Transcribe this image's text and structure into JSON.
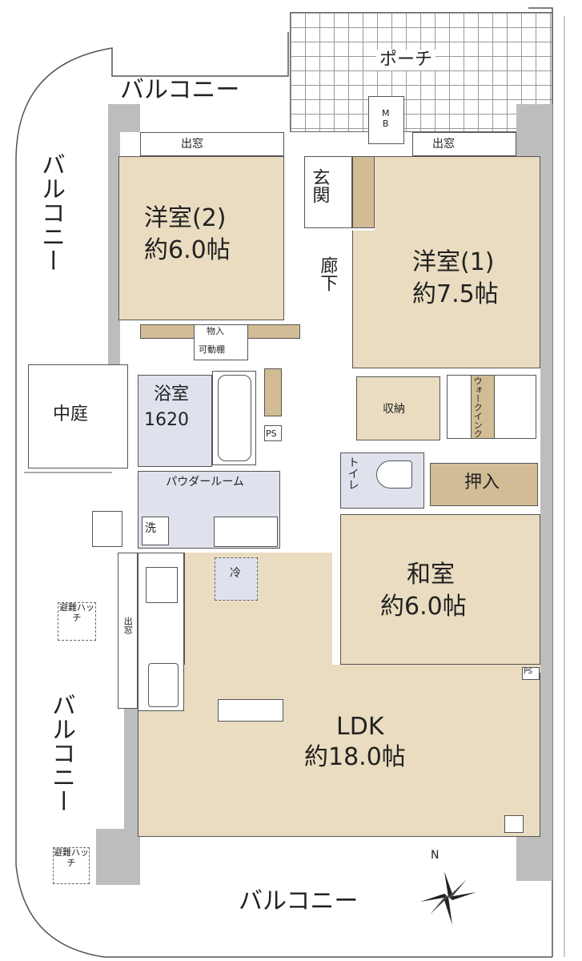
{
  "rooms": {
    "western2": {
      "name": "洋室(2)",
      "size": "約6.0帖"
    },
    "western1": {
      "name": "洋室(1)",
      "size": "約7.5帖"
    },
    "japanese": {
      "name": "和室",
      "size": "約6.0帖"
    },
    "ldk": {
      "name": "LDK",
      "size": "約18.0帖"
    },
    "bath": {
      "name": "浴室",
      "size": "1620"
    },
    "powder": {
      "name": "パウダールーム"
    },
    "toilet": "トイレ",
    "entrance": "玄関",
    "hallway": "廊下",
    "storage": "収納",
    "wic": "ウォークインクローゼット",
    "oshiire": "押入",
    "monoire": "物入",
    "kadoudana": "可動棚",
    "courtyard": "中庭",
    "porch": "ポーチ",
    "mb": "MB"
  },
  "labels": {
    "balcony_top": "バルコニー",
    "balcony_left_upper": "バルコニー",
    "balcony_left_lower": "バルコニー",
    "balcony_bottom": "バルコニー",
    "bay_window_left": "出窓",
    "bay_window_right": "出窓",
    "bay_window_kitchen": "出窓",
    "ps1": "PS",
    "ps2": "PS",
    "washer": "洗",
    "fridge": "冷",
    "hatch1": "避難ハッチ",
    "hatch2": "避難ハッチ",
    "north": "N"
  },
  "colors": {
    "room": "#e9dcc0",
    "storage": "#d2bc96",
    "wet": "#dfe2ec",
    "wall": "#bdbdbd"
  }
}
